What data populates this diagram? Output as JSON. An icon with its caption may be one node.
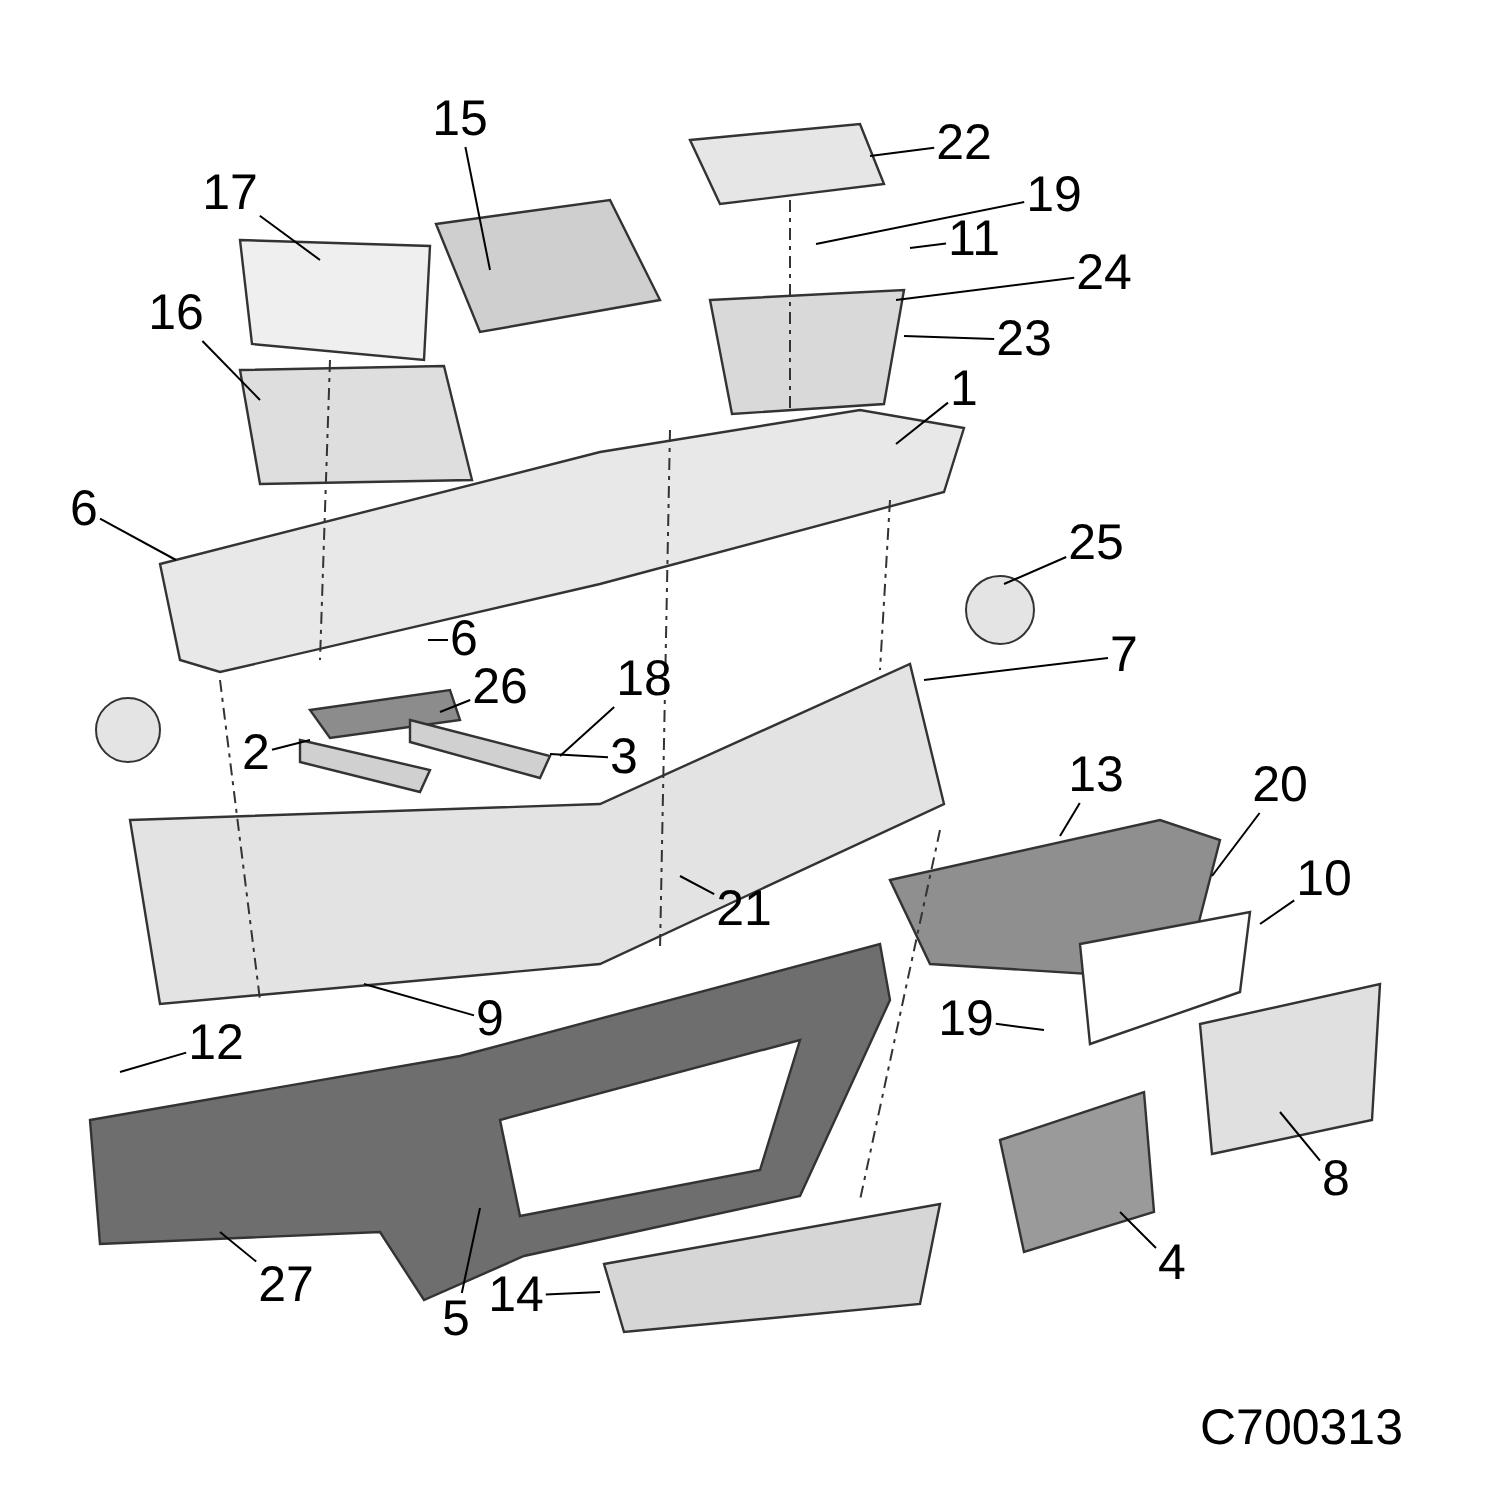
{
  "diagram": {
    "nodes": [
      {
        "text": [
          "15"
        ]
      },
      {
        "text": [
          "17"
        ]
      },
      {
        "text": [
          "22"
        ]
      },
      {
        "text": [
          "19"
        ]
      },
      {
        "text": [
          "16"
        ]
      },
      {
        "text": [
          "11"
        ]
      },
      {
        "text": [
          "24"
        ]
      },
      {
        "text": [
          "23"
        ]
      },
      {
        "text": [
          "1"
        ]
      },
      {
        "text": [
          "6"
        ]
      },
      {
        "text": [
          "25"
        ]
      },
      {
        "text": [
          "7"
        ]
      },
      {
        "text": [
          "6"
        ]
      },
      {
        "text": [
          "26"
        ]
      },
      {
        "text": [
          "18"
        ]
      },
      {
        "text": [
          "2"
        ]
      },
      {
        "text": [
          "3"
        ]
      },
      {
        "text": [
          "13"
        ]
      },
      {
        "text": [
          "20"
        ]
      },
      {
        "text": [
          "10"
        ]
      },
      {
        "text": [
          "21"
        ]
      },
      {
        "text": [
          "9"
        ]
      },
      {
        "text": [
          "19"
        ]
      },
      {
        "text": [
          "12"
        ]
      },
      {
        "text": [
          "27"
        ]
      },
      {
        "text": [
          "5"
        ]
      },
      {
        "text": [
          "14"
        ]
      },
      {
        "text": [
          "4"
        ]
      },
      {
        "text": [
          "8"
        ]
      }
    ],
    "edges": [
      {
        "from": 0,
        "to": null,
        "arrow": "none"
      },
      {
        "from": 1,
        "to": null,
        "arrow": "none"
      },
      {
        "from": 2,
        "to": null,
        "arrow": "none"
      },
      {
        "from": 3,
        "to": null,
        "arrow": "none"
      },
      {
        "from": 4,
        "to": null,
        "arrow": "none"
      },
      {
        "from": 5,
        "to": null,
        "arrow": "none"
      },
      {
        "from": 6,
        "to": null,
        "arrow": "none"
      },
      {
        "from": 7,
        "to": null,
        "arrow": "none"
      },
      {
        "from": 8,
        "to": null,
        "arrow": "none"
      },
      {
        "from": 9,
        "to": null,
        "arrow": "none"
      },
      {
        "from": 10,
        "to": null,
        "arrow": "none"
      },
      {
        "from": 11,
        "to": null,
        "arrow": "none"
      },
      {
        "from": 12,
        "to": null,
        "arrow": "none"
      },
      {
        "from": 13,
        "to": null,
        "arrow": "none"
      },
      {
        "from": 14,
        "to": null,
        "arrow": "none"
      },
      {
        "from": 15,
        "to": null,
        "arrow": "none"
      },
      {
        "from": 16,
        "to": null,
        "arrow": "none"
      },
      {
        "from": 17,
        "to": null,
        "arrow": "none"
      },
      {
        "from": 18,
        "to": null,
        "arrow": "none"
      },
      {
        "from": 19,
        "to": null,
        "arrow": "none"
      },
      {
        "from": 20,
        "to": null,
        "arrow": "none"
      },
      {
        "from": 21,
        "to": null,
        "arrow": "none"
      },
      {
        "from": 22,
        "to": null,
        "arrow": "none"
      },
      {
        "from": 23,
        "to": null,
        "arrow": "none"
      },
      {
        "from": 24,
        "to": null,
        "arrow": "none"
      },
      {
        "from": 25,
        "to": null,
        "arrow": "none"
      },
      {
        "from": 26,
        "to": null,
        "arrow": "none"
      },
      {
        "from": 27,
        "to": null,
        "arrow": "none"
      },
      {
        "from": 28,
        "to": null,
        "arrow": "none"
      }
    ],
    "labels": [
      "C700313"
    ]
  }
}
